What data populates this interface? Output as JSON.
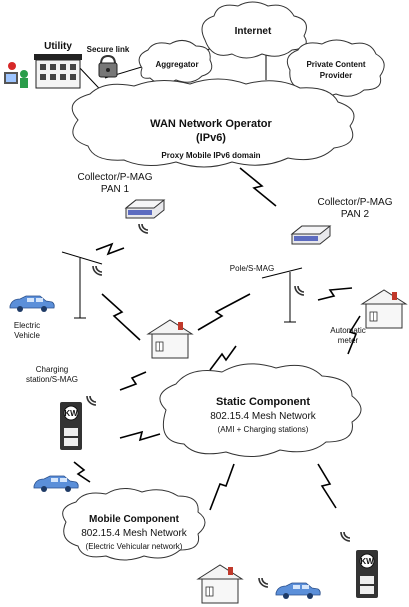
{
  "labels": {
    "utility": "Utility",
    "secure_link": "Secure link",
    "aggregator": "Aggregator",
    "internet": "Internet",
    "private_content_line1": "Private Content",
    "private_content_line2": "Provider",
    "wan_line1": "WAN Network Operator",
    "wan_line2": "(IPv6)",
    "wan_line3": "Proxy Mobile IPv6 domain",
    "collector1_line1": "Collector/P-MAG",
    "collector1_line2": "PAN 1",
    "collector2_line1": "Collector/P-MAG",
    "collector2_line2": "PAN 2",
    "pole": "Pole/S-MAG",
    "ev_line1": "Electric",
    "ev_line2": "Vehicle",
    "meter_line1": "Automatic",
    "meter_line2": "meter",
    "charging_line1": "Charging",
    "charging_line2": "station/S-MAG",
    "static_line1": "Static Component",
    "static_line2": "802.15.4 Mesh Network",
    "static_line3": "(AMI + Charging stations)",
    "mobile_line1": "Mobile Component",
    "mobile_line2": "802.15.4 Mesh Network",
    "mobile_line3": "(Electric Vehicular network)",
    "kw": "KW"
  },
  "colors": {
    "ev": "#5b8fd9",
    "roof": "#c0392b",
    "user_red": "#d62828",
    "user_green": "#2a9d4a",
    "line": "#000000"
  }
}
